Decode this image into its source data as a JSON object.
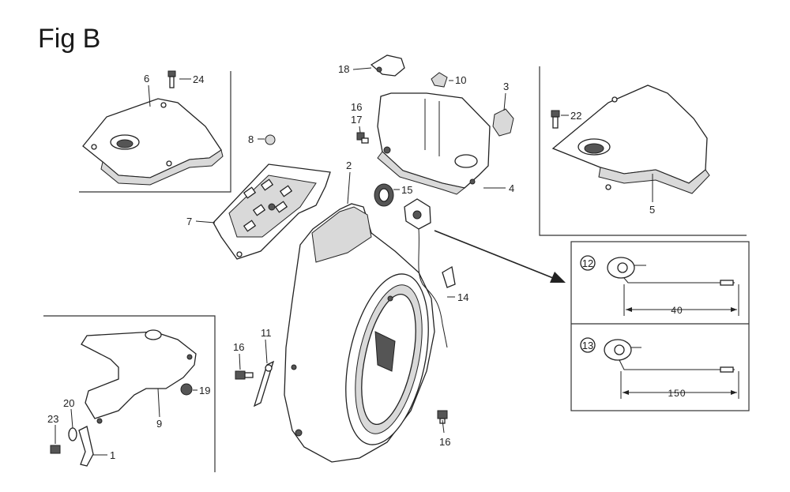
{
  "figure": {
    "title": "Fig B"
  },
  "callouts": {
    "c1": "1",
    "c2": "2",
    "c3": "3",
    "c4": "4",
    "c5": "5",
    "c6": "6",
    "c7": "7",
    "c8": "8",
    "c9": "9",
    "c10": "10",
    "c11": "11",
    "c14": "14",
    "c15": "15",
    "c16a": "16",
    "c16b": "16",
    "c16c": "16",
    "c17": "17",
    "c18": "18",
    "c19": "19",
    "c20": "20",
    "c22": "22",
    "c23": "23",
    "c24": "24"
  },
  "detail": {
    "variant_a": {
      "number": "12",
      "dimension": "40"
    },
    "variant_b": {
      "number": "13",
      "dimension": "150"
    }
  }
}
